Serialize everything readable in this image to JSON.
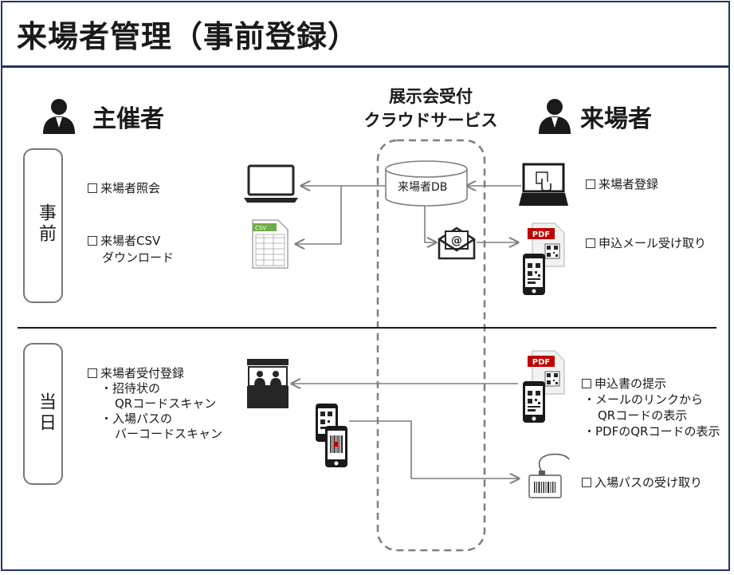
{
  "title": "来場者管理（事前登録）",
  "roles": {
    "organizer": "主催者",
    "cloud_line1": "展示会受付",
    "cloud_line2": "クラウドサービス",
    "visitor": "来場者"
  },
  "phases": {
    "before": "事前",
    "day_of": "当日"
  },
  "database_label": "来場者DB",
  "file_icons": {
    "csv": "CSV",
    "pdf": "PDF"
  },
  "organizer_items": {
    "inquiry": "来場者照会",
    "csv_line1": "来場者CSV",
    "csv_line2": "ダウンロード",
    "reception": "来場者受付登録",
    "invite_line1": "・招待状の",
    "invite_line2": "QRコードスキャン",
    "pass_line1": "・入場パスの",
    "pass_line2": "バーコードスキャン"
  },
  "visitor_items": {
    "registration": "来場者登録",
    "email_receive": "申込メール受け取り",
    "present": "申込書の提示",
    "link_line1": "・メールのリンクから",
    "link_line2": "QRコードの表示",
    "pdf_qr": "・PDFのQRコードの表示",
    "pass_receive": "入場パスの受け取り"
  },
  "icons": {
    "person": "person-silhouette-icon",
    "laptop": "laptop-icon",
    "spreadsheet": "csv-file-icon",
    "database": "database-icon",
    "email": "email-icon",
    "touch_terminal": "touch-terminal-icon",
    "pdf_qr": "pdf-qr-document-icon",
    "smartphone": "smartphone-qr-icon",
    "booth": "reception-booth-icon",
    "barcode_phones": "smartphone-barcode-icon",
    "badge": "entry-badge-icon"
  },
  "colors": {
    "border": "#1f3864",
    "arrow": "#7f7f7f",
    "dashed": "#7f7f7f",
    "pdf_red": "#c00000",
    "csv_green": "#70ad47"
  }
}
